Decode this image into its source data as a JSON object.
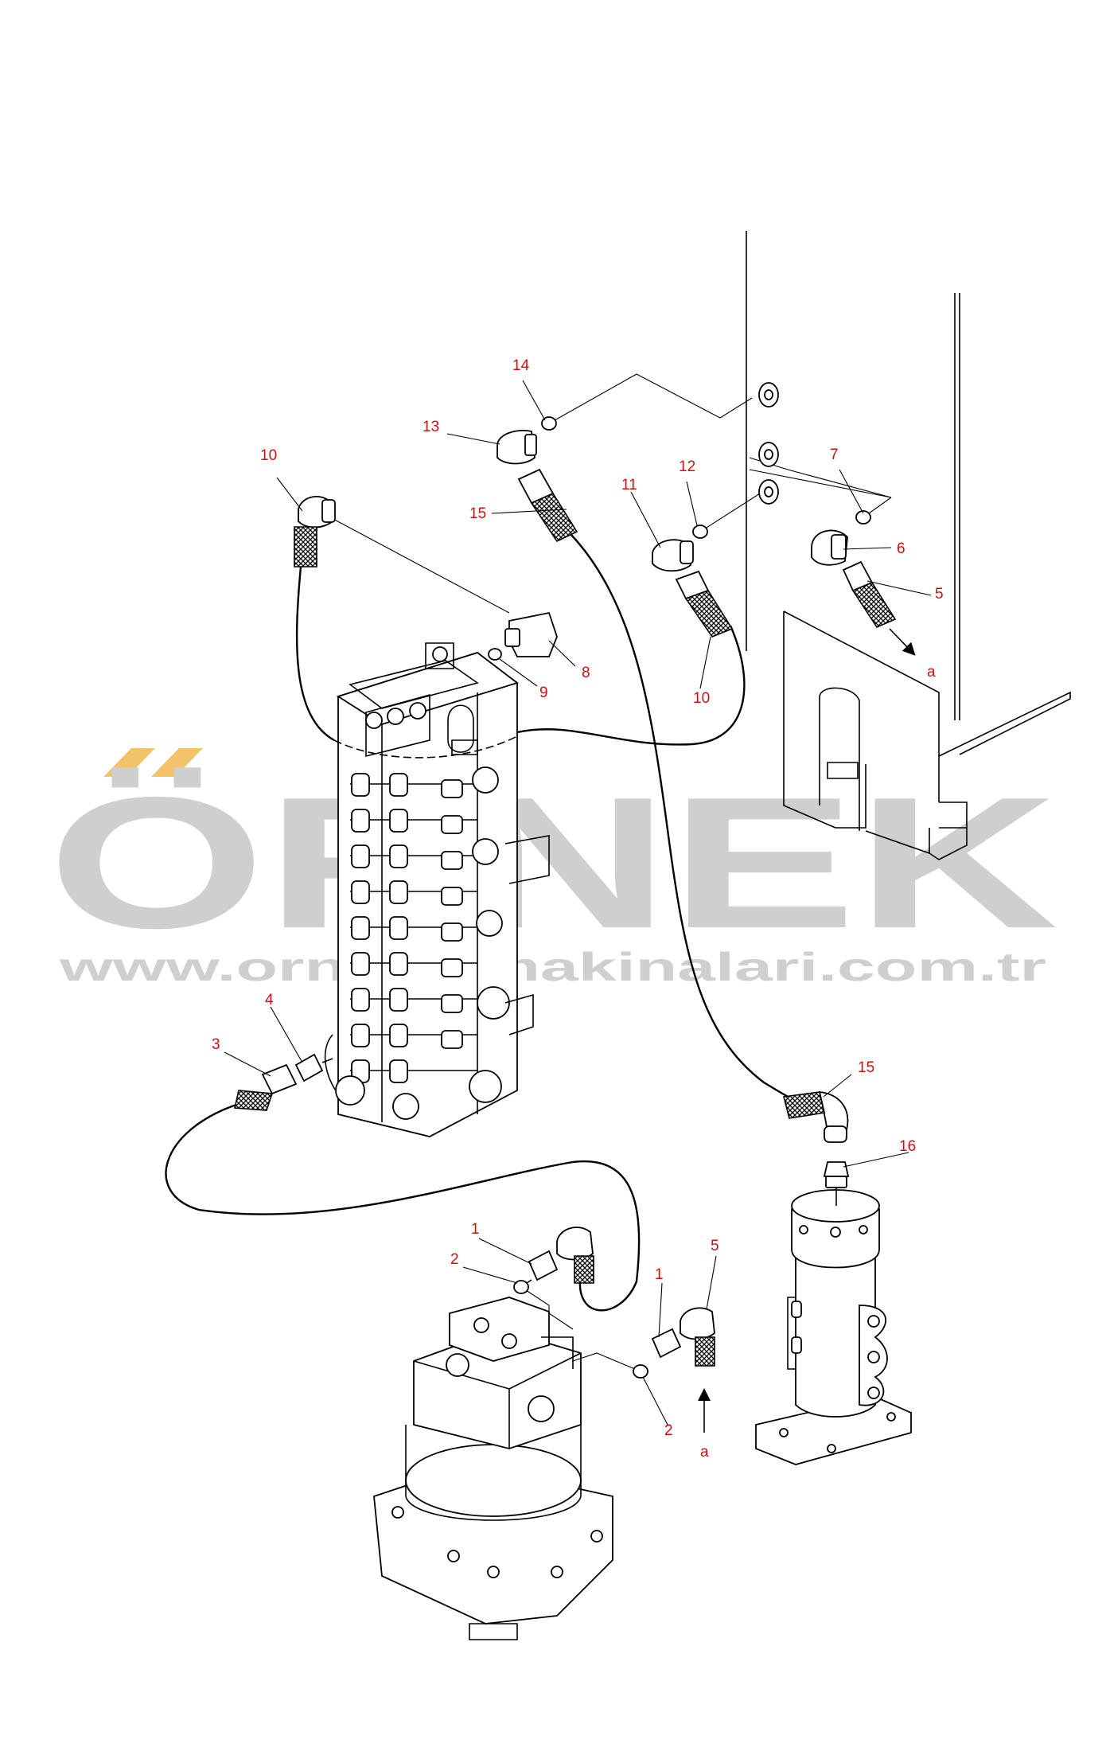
{
  "watermark": {
    "brand": "ÖRNEK",
    "website": "www.ornekismakinalari.com.tr",
    "accent_color": "#f2c36b",
    "text_color": "#cfcfcf"
  },
  "callouts": {
    "c14": "14",
    "c13": "13",
    "c15_top": "15",
    "c10_top": "10",
    "c12": "12",
    "c11": "11",
    "c7": "7",
    "c6": "6",
    "c5_top": "5",
    "c8": "8",
    "c9": "9",
    "c10_mid": "10",
    "c_a_top": "a",
    "c4": "4",
    "c3": "3",
    "c15_low": "15",
    "c16": "16",
    "c1_left": "1",
    "c2_left": "2",
    "c1_right": "1",
    "c5_low": "5",
    "c2_right": "2",
    "c_a_low": "a"
  },
  "colors": {
    "callout": "#cc1111",
    "line": "#000000",
    "paper": "#ffffff"
  }
}
